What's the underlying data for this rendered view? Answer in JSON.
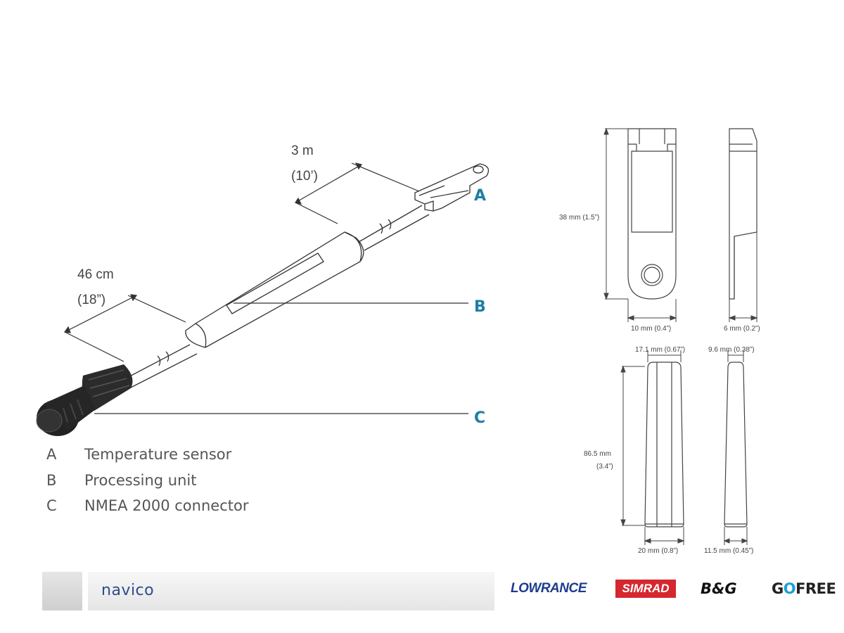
{
  "dimensions": {
    "cable_sensor_m": "3 m",
    "cable_sensor_ft": "(10’)",
    "cable_connector_cm": "46 cm",
    "cable_connector_in": "(18”)",
    "sensor_height": "38 mm (1.5”)",
    "sensor_width": "10 mm (0.4”)",
    "sensor_depth": "6 mm (0.2”)",
    "unit_top_width": "17.1 mm (0.67”)",
    "unit_top_depth": "9.6 mm (0.38”)",
    "unit_length_mm": "86.5 mm",
    "unit_length_in": "(3.4”)",
    "unit_bottom_width": "20 mm (0.8”)",
    "unit_bottom_depth": "11.5 mm (0.45”)"
  },
  "callouts": {
    "a": "A",
    "b": "B",
    "c": "C"
  },
  "legend": [
    {
      "key": "A",
      "label": "Temperature sensor"
    },
    {
      "key": "B",
      "label": "Processing unit"
    },
    {
      "key": "C",
      "label": "NMEA 2000 connector"
    }
  ],
  "footer": {
    "company": "navico"
  },
  "brands": {
    "lowrance": "LOWRANCE",
    "simrad": "SIMRAD",
    "bg": "B&G",
    "gofree_g": "G",
    "gofree_o": "O",
    "gofree_rest": "FREE"
  },
  "colors": {
    "callout": "#1e7ea3",
    "lowrance": "#1d3c8c",
    "simrad": "#d6262e",
    "gofree_o": "#1aa3d9",
    "navico": "#2d4d8a"
  },
  "icons": {
    "connector": "nmea-connector-icon",
    "sensor": "temperature-sensor-icon",
    "unit": "processing-unit-icon"
  }
}
